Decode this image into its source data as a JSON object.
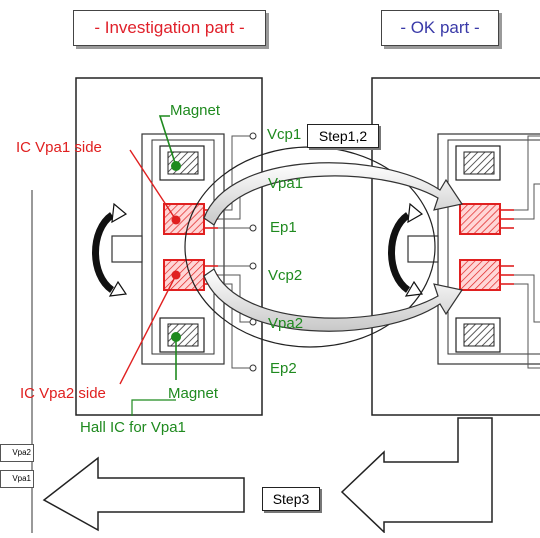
{
  "headers": {
    "investigation": "- Investigation part -",
    "ok": "- OK part -"
  },
  "labels": {
    "magnet_top": "Magnet",
    "magnet_bottom": "Magnet",
    "ic_vpa1_side": "IC   Vpa1 side",
    "ic_vpa2_side": "IC   Vpa2 side",
    "hall_ic": "Hall IC for Vpa1",
    "vcp1": "Vcp1",
    "vpa1": "Vpa1",
    "ep1": "Ep1",
    "vcp2": "Vcp2",
    "vpa2": "Vpa2",
    "ep2": "Ep2",
    "step12": "Step1,2",
    "step3": "Step3",
    "mini_vpa2": "Vpa2",
    "mini_vpa1": "Vpa1"
  },
  "colors": {
    "red": "#e02020",
    "green": "#1f8a1f",
    "outline": "#333333"
  }
}
